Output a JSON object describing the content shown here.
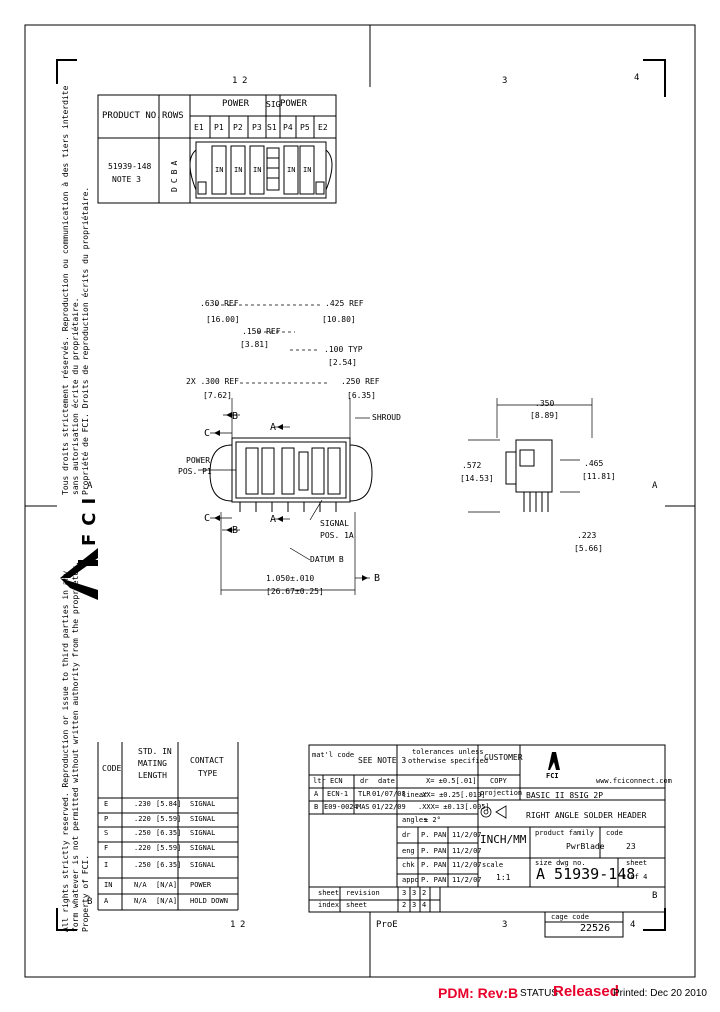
{
  "border": {
    "zones_top": [
      "1",
      "2",
      "3",
      "4"
    ],
    "zones_bottom": [
      "1",
      "2",
      "3",
      "4"
    ],
    "rows_left": [
      "A",
      "B"
    ],
    "rows_right": [
      "A",
      "B"
    ]
  },
  "product_table": {
    "header_product": "PRODUCT NO.",
    "header_rows": "ROWS",
    "header_power_left": "POWER",
    "header_sig": "SIG",
    "header_power_right": "POWER",
    "columns": [
      "E1",
      "P1",
      "P2",
      "P3",
      "S1",
      "P4",
      "P5",
      "E2"
    ],
    "product_no_line1": "51939-148",
    "product_no_line2": "NOTE 3",
    "rows_letters": "DCBA",
    "pin_label": "IN"
  },
  "dims": {
    "d1": ".630 REF",
    "d1mm": "[16.00]",
    "d2": ".425 REF",
    "d2mm": "[10.80]",
    "d3": ".150 REF",
    "d3mm": "[3.81]",
    "d4": ".100 TYP",
    "d4mm": "[2.54]",
    "d5": "2X .300 REF",
    "d5mm": "[7.62]",
    "d6": ".250 REF",
    "d6mm": "[6.35]",
    "shroud": "SHROUD",
    "power_pos": "POWER",
    "power_pos2": "POS. P1",
    "signal": "SIGNAL",
    "signal2": "POS. 1A",
    "datum": "DATUM B",
    "bottom_dim": "1.050±.010",
    "bottom_dim_mm": "[26.67±0.25]",
    "side_w": ".350",
    "side_wmm": "[8.89]",
    "side_h1": ".572",
    "side_h1mm": "[14.53]",
    "side_h2": ".465",
    "side_h2mm": "[11.81]",
    "side_h3": ".223",
    "side_h3mm": "[5.66]",
    "callout_a": "A",
    "callout_b": "B",
    "callout_c": "C"
  },
  "notes_copyright_top": [
    "Tous droits strictement réservés. Reproduction ou communication à des tiers interdite",
    "sans autorisation écrite du propriétaire.",
    "Propriété de FCI. Droits de reproduction écrits du propriétaire."
  ],
  "notes_copyright_bottom": [
    "All rights strictly reserved. Reproduction or issue to third parties in any",
    "form whatever is not permitted without written authority from the proprietor.",
    "Property of FCI."
  ],
  "brand": {
    "logo_text": "FCI",
    "website": "www.fciconnect.com"
  },
  "contact_table": {
    "h_code": "CODE",
    "h_stdm": "STD. IN",
    "h_mating": "MATING",
    "h_length": "LENGTH",
    "h_contact": "CONTACT",
    "h_type": "TYPE",
    "rows": [
      {
        "code": "E",
        "len": ".230",
        "mm": "[5.84]",
        "type": "SIGNAL"
      },
      {
        "code": "P",
        "len": ".220",
        "mm": "[5.59]",
        "type": "SIGNAL"
      },
      {
        "code": "S",
        "len": ".250",
        "mm": "[6.35]",
        "type": "SIGNAL"
      },
      {
        "code": "F",
        "len": ".220",
        "mm": "[5.59]",
        "type": "SIGNAL"
      },
      {
        "code": "I",
        "len": ".250",
        "mm": "[6.35]",
        "type": "SIGNAL"
      },
      {
        "code": "IN",
        "len": "N/A",
        "mm": "[N/A]",
        "type": "POWER"
      },
      {
        "code": "A",
        "len": "N/A",
        "mm": "[N/A]",
        "type": "HOLD DOWN"
      }
    ]
  },
  "title_block": {
    "mat_code": "mat'l code",
    "see_note": "SEE NOTE 3",
    "tol_line1": "tolerances unless",
    "tol_line2": "otherwise specified",
    "customer": "CUSTOMER",
    "copy": "COPY",
    "fci_small": "FCI",
    "tol1": "X= ±0.5[.01]",
    "tol2": ".XX= ±0.25[.010]",
    "tol3": ".XXX= ±0.13[.005]",
    "angles": "angles",
    "angles_val": "± 2°",
    "linear": "linear",
    "projection": "projection",
    "col_ltr": "ltr",
    "col_ecn": "ECN",
    "col_dr": "dr",
    "col_date": "date",
    "rev_rows": [
      {
        "ltr": "A",
        "ecn": "ECN-1",
        "dr": "TLR",
        "date": "01/07/08"
      },
      {
        "ltr": "B",
        "ecn": "E09-0024",
        "dr": "MAS",
        "date": "01/22/09"
      }
    ],
    "title_line1": "BASIC II 8SIG 2P",
    "title_line2": "RIGHT ANGLE SOLDER HEADER",
    "unit": "INCH/MM",
    "product_family": "product family",
    "family_val": "PwrBlade",
    "code": "code",
    "code_val": "23",
    "scale": "scale",
    "scale_val": "1:1",
    "dwg_label": "size  dwg no.",
    "dwg_no": "A  51939-148",
    "sheet": "sheet",
    "sheet_val": "1 of 4",
    "sig_rows": [
      {
        "role": "dr",
        "name": "P. PAN",
        "date": "11/2/07"
      },
      {
        "role": "eng",
        "name": "P. PAN",
        "date": "11/2/07"
      },
      {
        "role": "chk",
        "name": "P. PAN",
        "date": "11/2/07"
      },
      {
        "role": "appd",
        "name": "P. PAN",
        "date": "11/2/07"
      }
    ],
    "sheet_label": "sheet",
    "index": "index",
    "revision": "revision",
    "sheet2": "sheet",
    "rev_grid_top": [
      "3",
      "3",
      "2"
    ],
    "rev_grid_bot": [
      "2",
      "3",
      "4"
    ],
    "product_doc": "ProE",
    "cage_code": "cage code",
    "cage_val": "22526"
  },
  "footer": {
    "pdm": "PDM: Rev:B",
    "status_label": "STATUS",
    "status_val": "Released",
    "printed": "Printed: Dec 20 2010"
  }
}
